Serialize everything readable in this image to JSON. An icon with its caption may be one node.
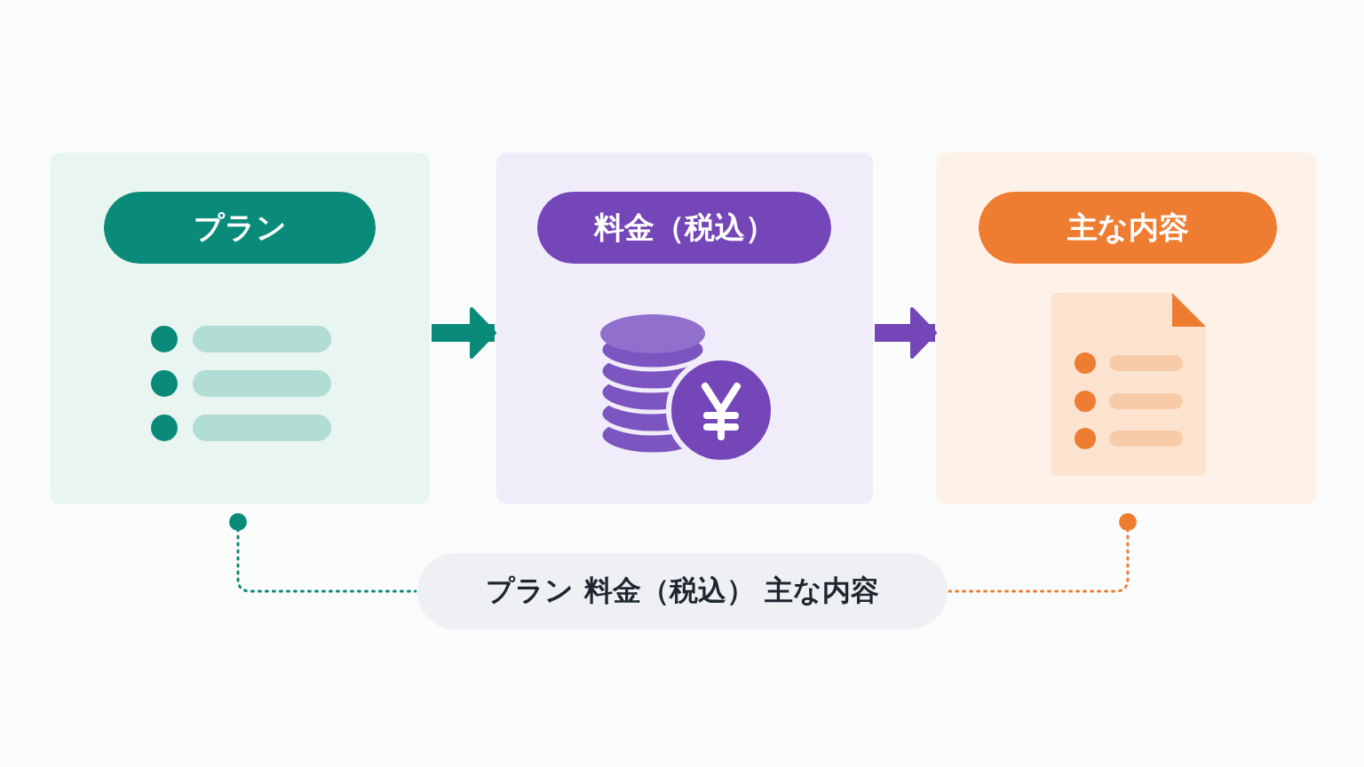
{
  "diagram": {
    "nodes": [
      {
        "text": [
          "プラン"
        ]
      },
      {
        "text": [
          "料金（税込）"
        ]
      },
      {
        "text": [
          "主な内容"
        ]
      },
      {
        "text": [
          "プラン 料金（税込） 主な内容"
        ]
      }
    ],
    "edges": [
      {
        "from": 0,
        "to": 1,
        "arrow": "to",
        "style": "thick",
        "color": "#0a8a78"
      },
      {
        "from": 1,
        "to": 2,
        "arrow": "to",
        "style": "thick",
        "color": "#7446b8"
      },
      {
        "from": 0,
        "to": 3,
        "arrow": "other",
        "style": "dashed",
        "color": "#0a8a78"
      },
      {
        "from": 2,
        "to": 3,
        "arrow": "other",
        "style": "dashed",
        "color": "#ee7d32"
      }
    ]
  }
}
